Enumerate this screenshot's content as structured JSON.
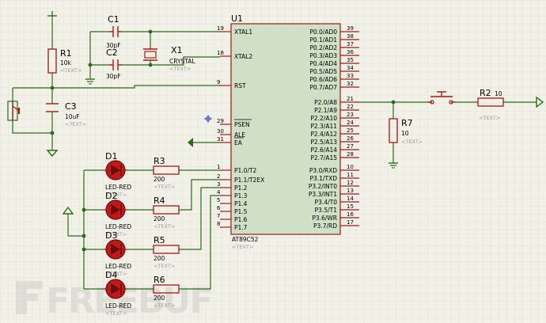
{
  "chip": {
    "ref": "U1",
    "part": "AT89C52",
    "text_tag": "<TEXT>",
    "left_pins": [
      {
        "num": "19",
        "name": "XTAL1"
      },
      {
        "num": "18",
        "name": "XTAL2"
      },
      {
        "num": "9",
        "name": "RST"
      },
      {
        "num": "29",
        "name": "PSEN"
      },
      {
        "num": "30",
        "name": "ALE"
      },
      {
        "num": "31",
        "name": "EA"
      },
      {
        "num": "1",
        "name": "P1.0/T2"
      },
      {
        "num": "2",
        "name": "P1.1/T2EX"
      },
      {
        "num": "3",
        "name": "P1.2"
      },
      {
        "num": "4",
        "name": "P1.3"
      },
      {
        "num": "5",
        "name": "P1.4"
      },
      {
        "num": "6",
        "name": "P1.5"
      },
      {
        "num": "7",
        "name": "P1.6"
      },
      {
        "num": "8",
        "name": "P1.7"
      }
    ],
    "right_pins": [
      {
        "num": "39",
        "name": "P0.0/AD0"
      },
      {
        "num": "38",
        "name": "P0.1/AD1"
      },
      {
        "num": "37",
        "name": "P0.2/AD2"
      },
      {
        "num": "36",
        "name": "P0.3/AD3"
      },
      {
        "num": "35",
        "name": "P0.4/AD4"
      },
      {
        "num": "34",
        "name": "P0.5/AD5"
      },
      {
        "num": "33",
        "name": "P0.6/AD6"
      },
      {
        "num": "32",
        "name": "P0.7/AD7"
      },
      {
        "num": "21",
        "name": "P2.0/A8"
      },
      {
        "num": "22",
        "name": "P2.1/A9"
      },
      {
        "num": "23",
        "name": "P2.2/A10"
      },
      {
        "num": "24",
        "name": "P2.3/A11"
      },
      {
        "num": "25",
        "name": "P2.4/A12"
      },
      {
        "num": "26",
        "name": "P2.5/A13"
      },
      {
        "num": "27",
        "name": "P2.6/A14"
      },
      {
        "num": "28",
        "name": "P2.7/A15"
      },
      {
        "num": "10",
        "name": "P3.0/RXD"
      },
      {
        "num": "11",
        "name": "P3.1/TXD"
      },
      {
        "num": "12",
        "name": "P3.2/INT0"
      },
      {
        "num": "13",
        "name": "P3.3/INT1"
      },
      {
        "num": "14",
        "name": "P3.4/T0"
      },
      {
        "num": "15",
        "name": "P3.5/T1"
      },
      {
        "num": "16",
        "name": "P3.6/WR"
      },
      {
        "num": "17",
        "name": "P3.7/RD"
      }
    ]
  },
  "components": {
    "c1": {
      "ref": "C1",
      "value": "30pF"
    },
    "c2": {
      "ref": "C2",
      "value": "30pF"
    },
    "x1": {
      "ref": "X1",
      "value": "CRYSTAL"
    },
    "r1": {
      "ref": "R1",
      "value": "10k"
    },
    "c3": {
      "ref": "C3",
      "value": "10uF"
    },
    "r2": {
      "ref": "R2",
      "value": "10"
    },
    "r7": {
      "ref": "R7",
      "value": "10"
    },
    "d1": {
      "ref": "D1",
      "value": "LED-RED"
    },
    "d2": {
      "ref": "D2",
      "value": "LED-RED"
    },
    "d3": {
      "ref": "D3",
      "value": "LED-RED"
    },
    "d4": {
      "ref": "D4",
      "value": "LED-RED"
    },
    "r3": {
      "ref": "R3",
      "value": "200"
    },
    "r4": {
      "ref": "R4",
      "value": "200"
    },
    "r5": {
      "ref": "R5",
      "value": "200"
    },
    "r6": {
      "ref": "R6",
      "value": "200"
    },
    "text_tag": "<TEXT>"
  },
  "watermark": "FREEBUF",
  "colors": {
    "background": "#f2f1e8",
    "wire": "#2a6b1a",
    "component": "#a01818",
    "chip_fill": "#cfe0c6",
    "led_fill": "#c41818"
  }
}
